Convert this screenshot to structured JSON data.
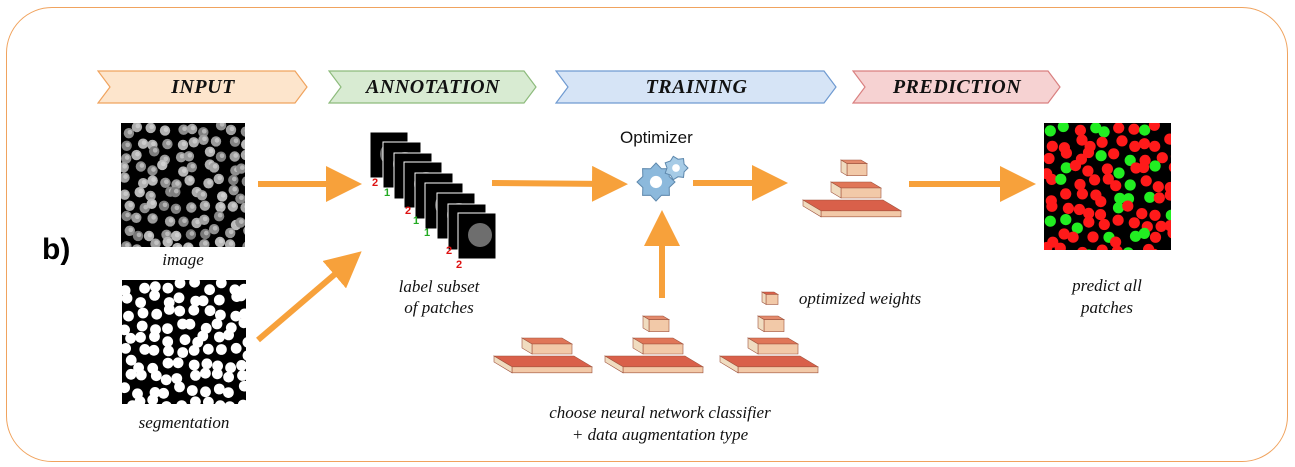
{
  "panel_label": "b)",
  "stages": [
    {
      "label": "INPUT",
      "fill": "#fde5cc",
      "stroke": "#f0a35e"
    },
    {
      "label": "ANNOTATION",
      "fill": "#d8ebd2",
      "stroke": "#8dbb7c"
    },
    {
      "label": "TRAINING",
      "fill": "#d6e4f6",
      "stroke": "#6f9ad1"
    },
    {
      "label": "PREDICTION",
      "fill": "#f6d2d2",
      "stroke": "#d98080"
    }
  ],
  "captions": {
    "image": "image",
    "segmentation": "segmentation",
    "label_line1": "label subset",
    "label_line2": "of patches",
    "optimized": "optimized weights",
    "predict_line1": "predict all",
    "predict_line2": "patches",
    "choose_line1": "choose neural network classifier",
    "choose_line2": "+ data augmentation type"
  },
  "optimizer_label": "Optimizer",
  "patch_labels": [
    "2",
    "1",
    "2",
    "1",
    "1",
    "2",
    "2"
  ],
  "colors": {
    "arrow": "#f7a13b",
    "label_red": "#dd1111",
    "label_green": "#22aa22",
    "predict_red": "#ff1a1a",
    "predict_green": "#22ee22",
    "frame": "#f0a35e"
  }
}
